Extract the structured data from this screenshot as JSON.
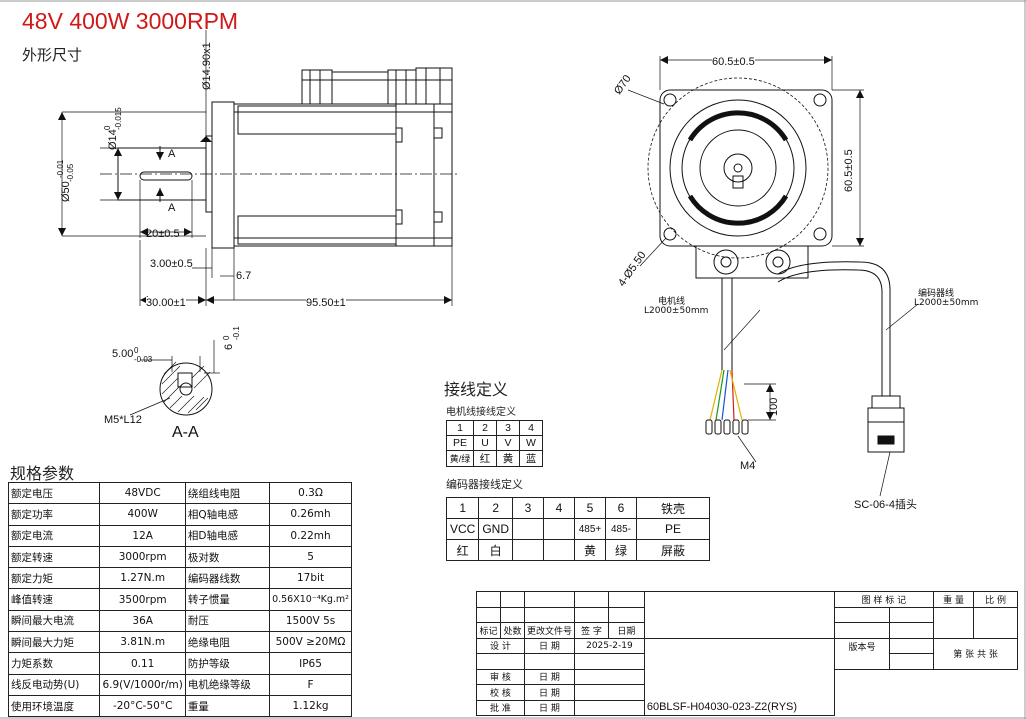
{
  "title": "48V 400W 3000RPM",
  "subtitle": "外形尺寸",
  "side_view": {
    "dim_flange_dia": "Ø14.90x1",
    "dim_shaft_dia": "Ø14",
    "dim_shaft_dia_tol_up": "0",
    "dim_shaft_dia_tol_dn": "-0.015",
    "dim_pilot_dia": "Ø50",
    "dim_pilot_dia_tol_up": "-0.01",
    "dim_pilot_dia_tol_dn": "-0.05",
    "section_mark": "A",
    "dim_key_len": "20±0.5",
    "dim_key_offset": "3.00±0.5",
    "dim_flange_th": "6.7",
    "dim_shaft_len": "30.00±1",
    "dim_body_len": "95.50±1"
  },
  "section": {
    "dim_key_w": "5.00",
    "dim_key_w_tol_up": "0",
    "dim_key_w_tol_dn": "-0.03",
    "dim_key_h": "6",
    "dim_key_h_tol_up": "0",
    "dim_key_h_tol_dn": "-0.1",
    "screw": "M5*L12",
    "label": "A-A"
  },
  "front_view": {
    "dim_width": "60.5±0.5",
    "dim_height": "60.5±0.5",
    "dim_circle": "Ø70",
    "dim_holes": "4-Ø5.50",
    "motor_cable_name": "电机线",
    "motor_cable_len": "L2000±50mm",
    "encoder_cable_name": "编码器线",
    "encoder_cable_len": "L2000±50mm",
    "lead_len": "100",
    "terminal": "M4",
    "plug": "SC-06-4插头"
  },
  "wiring": {
    "title": "接线定义",
    "motor_title": "电机线接线定义",
    "motor_rows": [
      [
        "1",
        "2",
        "3",
        "4"
      ],
      [
        "PE",
        "U",
        "V",
        "W"
      ],
      [
        "黄/绿",
        "红",
        "黄",
        "蓝"
      ]
    ],
    "encoder_title": "编码器接线定义",
    "encoder_rows": [
      [
        "1",
        "2",
        "3",
        "4",
        "5",
        "6",
        "铁壳"
      ],
      [
        "VCC",
        "GND",
        "",
        "",
        "485+",
        "485-",
        "PE"
      ],
      [
        "红",
        "白",
        "",
        "",
        "黄",
        "绿",
        "屏蔽"
      ]
    ]
  },
  "specs": {
    "title": "规格参数",
    "rows": [
      [
        "额定电压",
        "48VDC",
        "绕组线电阻",
        "0.3Ω"
      ],
      [
        "额定功率",
        "400W",
        "相Q轴电感",
        "0.26mh"
      ],
      [
        "额定电流",
        "12A",
        "相D轴电感",
        "0.22mh"
      ],
      [
        "额定转速",
        "3000rpm",
        "极对数",
        "5"
      ],
      [
        "额定力矩",
        "1.27N.m",
        "编码器线数",
        "17bit"
      ],
      [
        "峰值转速",
        "3500rpm",
        "转子惯量",
        "0.56X10⁻⁴Kg.m²"
      ],
      [
        "瞬间最大电流",
        "36A",
        "耐压",
        "1500V 5s"
      ],
      [
        "瞬间最大力矩",
        "3.81N.m",
        "绝缘电阻",
        "500V ≥20MΩ"
      ],
      [
        "力矩系数",
        "0.11",
        "防护等级",
        "IP65"
      ],
      [
        "线反电动势(U)",
        "6.9(V/1000r/m)",
        "电机绝缘等级",
        "F"
      ],
      [
        "使用环境温度",
        "-20°C-50°C",
        "重量",
        "1.12kg"
      ]
    ]
  },
  "title_block": {
    "h_biaoji": "标记",
    "h_chushu": "处数",
    "h_wenjian": "更改文件号",
    "h_qianzi": "签 字",
    "h_riqi": "日期",
    "sheji": "设 计",
    "shenhe": "审 核",
    "jiaodui": "校 核",
    "pizhun": "批 准",
    "riqi": "日 期",
    "date_value": "2025-2-19",
    "tuyang": "图 样 标 记",
    "zhongliang": "重 量",
    "bili": "比 例",
    "banben": "版本号",
    "zhang": "第 张 共 张",
    "drawing_no": "60BLSF-H04030-023-Z2(RYS)"
  }
}
